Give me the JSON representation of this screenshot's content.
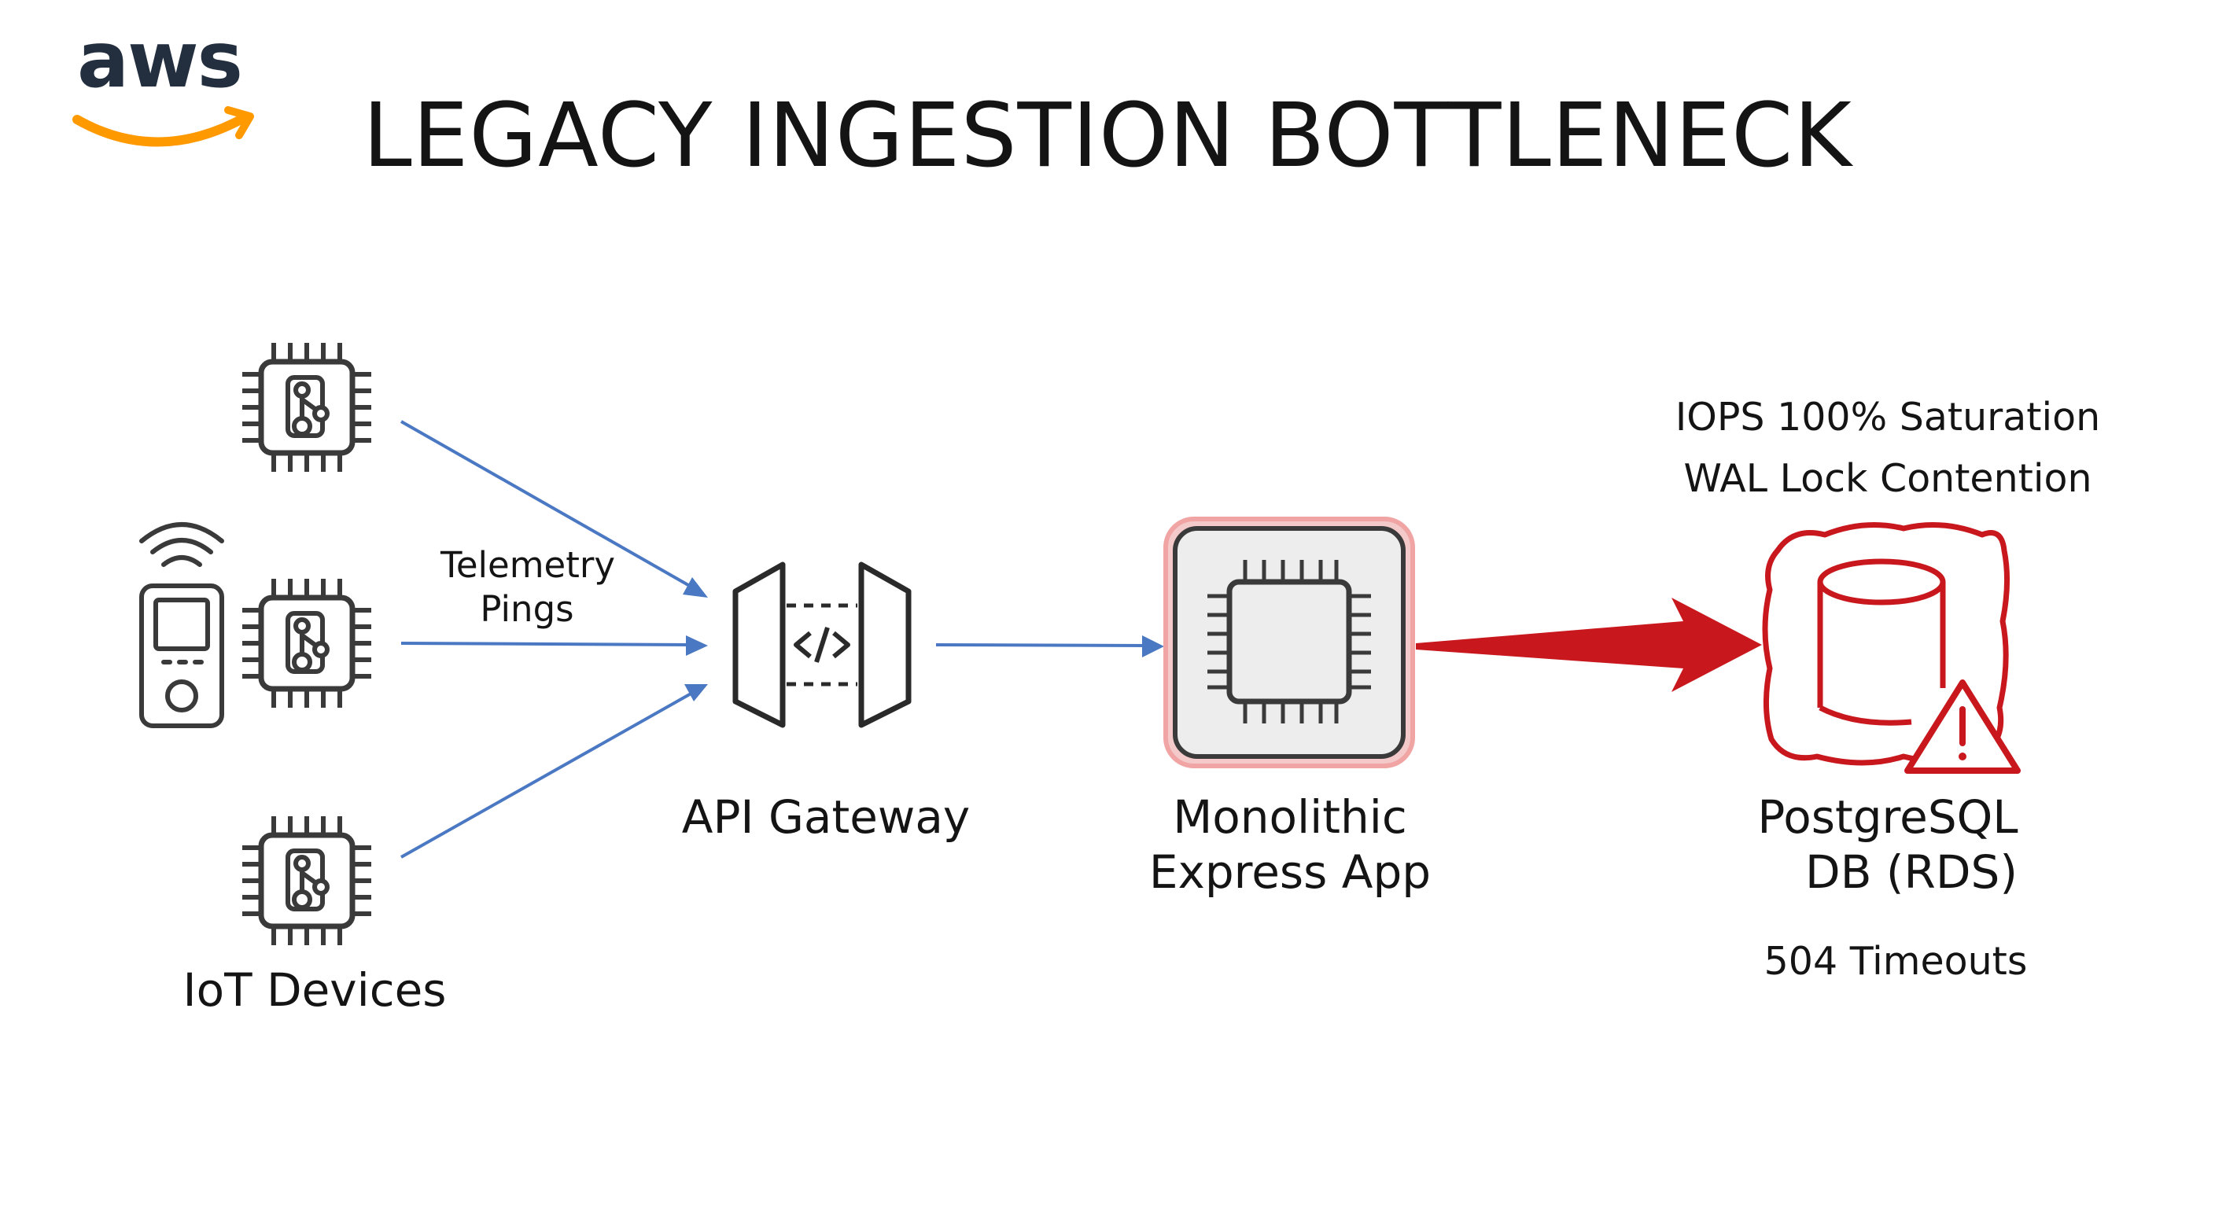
{
  "logo": {
    "text": "aws",
    "name": "aws-logo"
  },
  "title": "LEGACY INGESTION BOTTLENECK",
  "nodes": {
    "iot": {
      "label": "IoT Devices",
      "icons": [
        "chip-icon",
        "chip-icon",
        "chip-icon",
        "handheld-device-icon"
      ]
    },
    "telemetry": {
      "line1": "Telemetry",
      "line2": "Pings"
    },
    "gateway": {
      "label": "API Gateway",
      "icon": "api-gateway-icon"
    },
    "app": {
      "line1": "Monolithic",
      "line2": "Express App",
      "icon": "cpu-icon"
    },
    "db": {
      "line1": "PostgreSQL",
      "line2": "DB (RDS)",
      "icon": "database-icon",
      "alert_icon": "warning-icon"
    }
  },
  "annotations": {
    "iops": "IOPS 100% Saturation",
    "wal": "WAL Lock Contention",
    "timeouts": "504 Timeouts"
  },
  "colors": {
    "flow_arrow": "#4a78c2",
    "bottleneck_arrow": "#c8171d",
    "app_highlight": "#f3a9a9",
    "icon_stroke": "#3a3a3a",
    "logo_smile": "#ff9900"
  }
}
